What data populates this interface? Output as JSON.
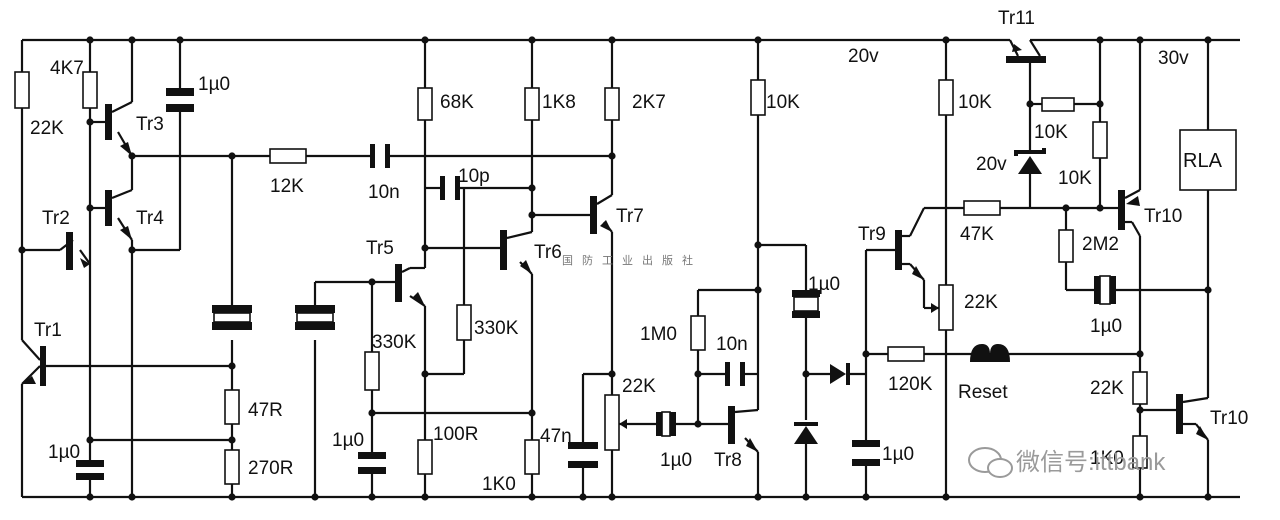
{
  "diagram": {
    "supply": {
      "low": "20v",
      "high": "30v"
    },
    "resistors": {
      "r_4k7": "4K7",
      "r_22k_a": "22K",
      "r_12k": "12K",
      "r_68k": "68K",
      "r_1k8": "1K8",
      "r_2k7": "2K7",
      "r_10k_a": "10K",
      "r_10k_b": "10K",
      "r_10k_c": "10K",
      "r_10k_d": "10K",
      "r_330k_a": "330K",
      "r_330k_b": "330K",
      "r_100r": "100R",
      "r_1k0_a": "1K0",
      "r_1k0_b": "1K0",
      "r_47r": "47R",
      "r_270r": "270R",
      "r_1m0": "1M0",
      "r_22k_pot": "22K",
      "r_47k": "47K",
      "r_22k_b": "22K",
      "r_120k": "120K",
      "r_2m2": "2M2",
      "r_22k_c": "22K"
    },
    "capacitors": {
      "c_1u0_a": "1µ0",
      "c_1u0_b": "1µ0",
      "c_1u0_c": "1µ0",
      "c_1u0_d": "1µ0",
      "c_1u0_e": "1µ0",
      "c_1u0_f": "1µ0",
      "c_1u0_g": "1µ0",
      "c_10n_a": "10n",
      "c_10n_b": "10n",
      "c_10p": "10p",
      "c_47n": "47n"
    },
    "transistors": {
      "tr1": "Tr1",
      "tr2": "Tr2",
      "tr3": "Tr3",
      "tr4": "Tr4",
      "tr5": "Tr5",
      "tr6": "Tr6",
      "tr7": "Tr7",
      "tr8": "Tr8",
      "tr9": "Tr9",
      "tr10_a": "Tr10",
      "tr10_b": "Tr10",
      "tr11": "Tr11"
    },
    "other": {
      "zener": "20v",
      "relay": "RLA",
      "reset": "Reset",
      "pot_22k": "22K"
    },
    "watermark": "国防工业出版社",
    "wechat": "微信号:ittbank"
  }
}
